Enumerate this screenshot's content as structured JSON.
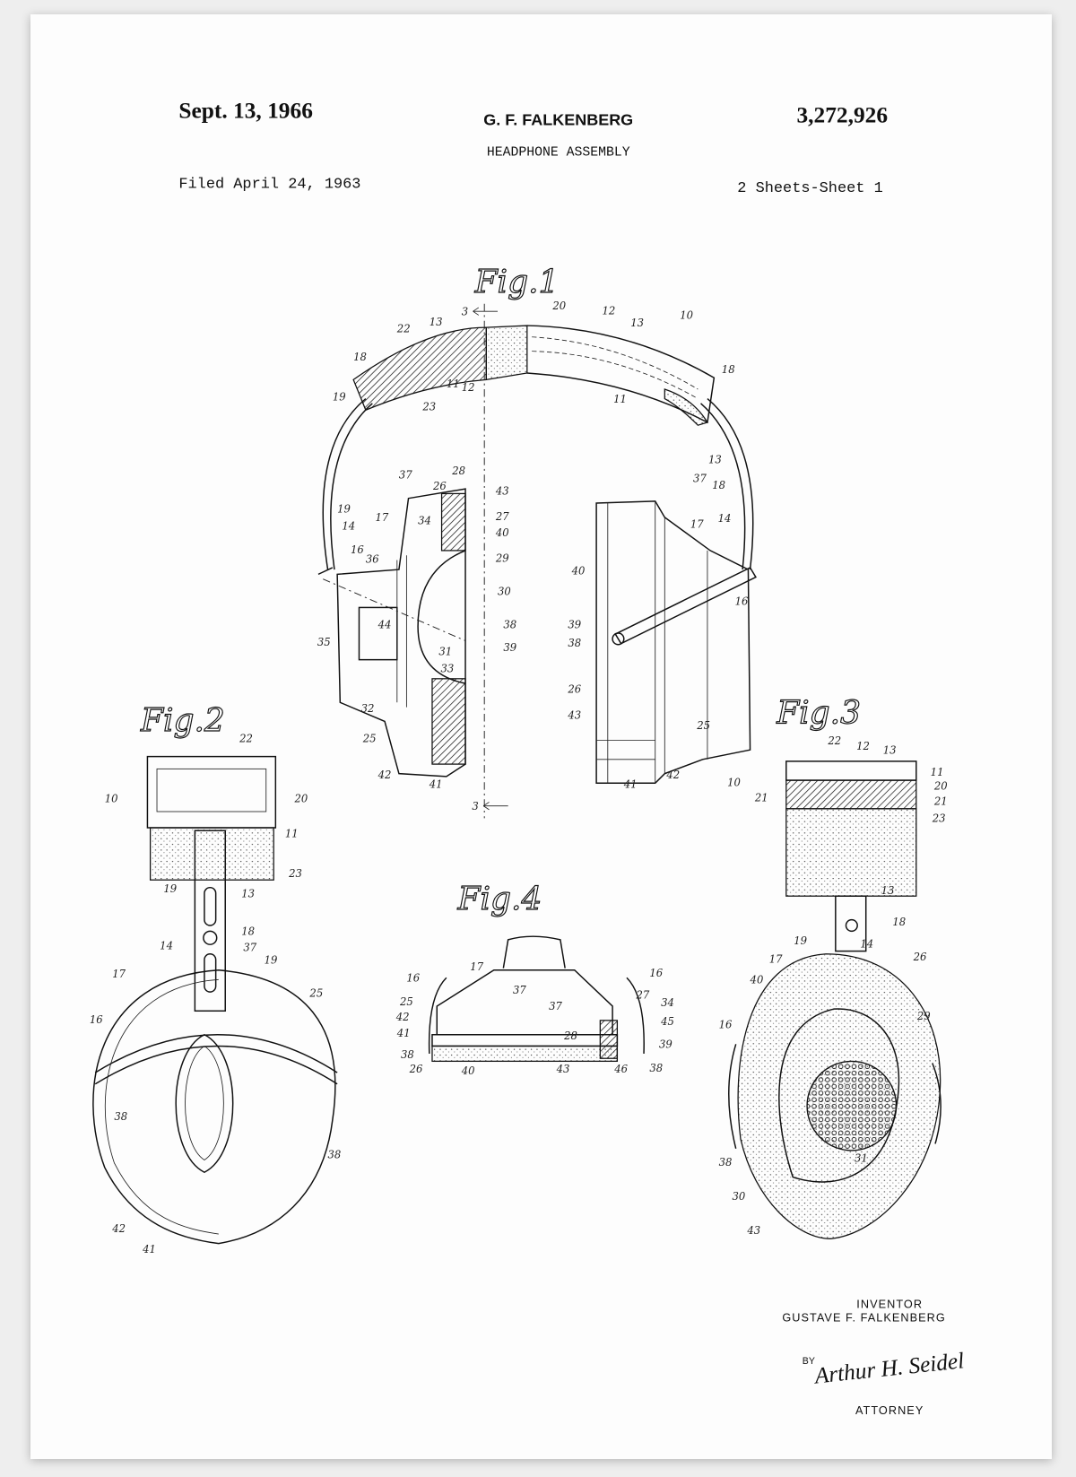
{
  "header": {
    "date": "Sept. 13, 1966",
    "inventor_header": "G. F. FALKENBERG",
    "patent_number": "3,272,926",
    "title": "HEADPHONE ASSEMBLY",
    "filed": "Filed April 24, 1963",
    "sheets": "2 Sheets-Sheet 1"
  },
  "figures": {
    "fig1": {
      "label": "Fig.1",
      "section_marks": [
        "3",
        "3"
      ],
      "numerals": [
        "22",
        "13",
        "18",
        "19",
        "11",
        "12",
        "23",
        "20",
        "12",
        "13",
        "10",
        "18",
        "11",
        "13",
        "18",
        "14",
        "37",
        "26",
        "28",
        "43",
        "17",
        "34",
        "27",
        "40",
        "19",
        "14",
        "36",
        "16",
        "29",
        "30",
        "44",
        "38",
        "35",
        "31",
        "39",
        "33",
        "32",
        "25",
        "42",
        "41",
        "37",
        "17",
        "40",
        "16",
        "39",
        "38",
        "26",
        "43",
        "25",
        "41",
        "42"
      ]
    },
    "fig2": {
      "label": "Fig.2",
      "numerals": [
        "22",
        "10",
        "20",
        "11",
        "23",
        "19",
        "13",
        "18",
        "14",
        "37",
        "19",
        "17",
        "25",
        "16",
        "38",
        "38",
        "42",
        "41"
      ]
    },
    "fig3": {
      "label": "Fig.3",
      "numerals": [
        "22",
        "12",
        "13",
        "11",
        "10",
        "20",
        "21",
        "21",
        "23",
        "13",
        "18",
        "19",
        "14",
        "17",
        "26",
        "40",
        "29",
        "16",
        "31",
        "38",
        "30",
        "43"
      ]
    },
    "fig4": {
      "label": "Fig.4",
      "numerals": [
        "16",
        "17",
        "16",
        "25",
        "27",
        "34",
        "42",
        "37",
        "37",
        "45",
        "41",
        "28",
        "39",
        "38",
        "26",
        "40",
        "43",
        "46",
        "38"
      ]
    }
  },
  "signature_block": {
    "inventor_label": "INVENTOR",
    "inventor_name": "GUSTAVE F. FALKENBERG",
    "by_label": "BY",
    "signature": "Arthur H. Seidel",
    "attorney_label": "ATTORNEY"
  },
  "colors": {
    "background": "#eeeeee",
    "paper": "#fdfdfd",
    "ink": "#111111"
  }
}
